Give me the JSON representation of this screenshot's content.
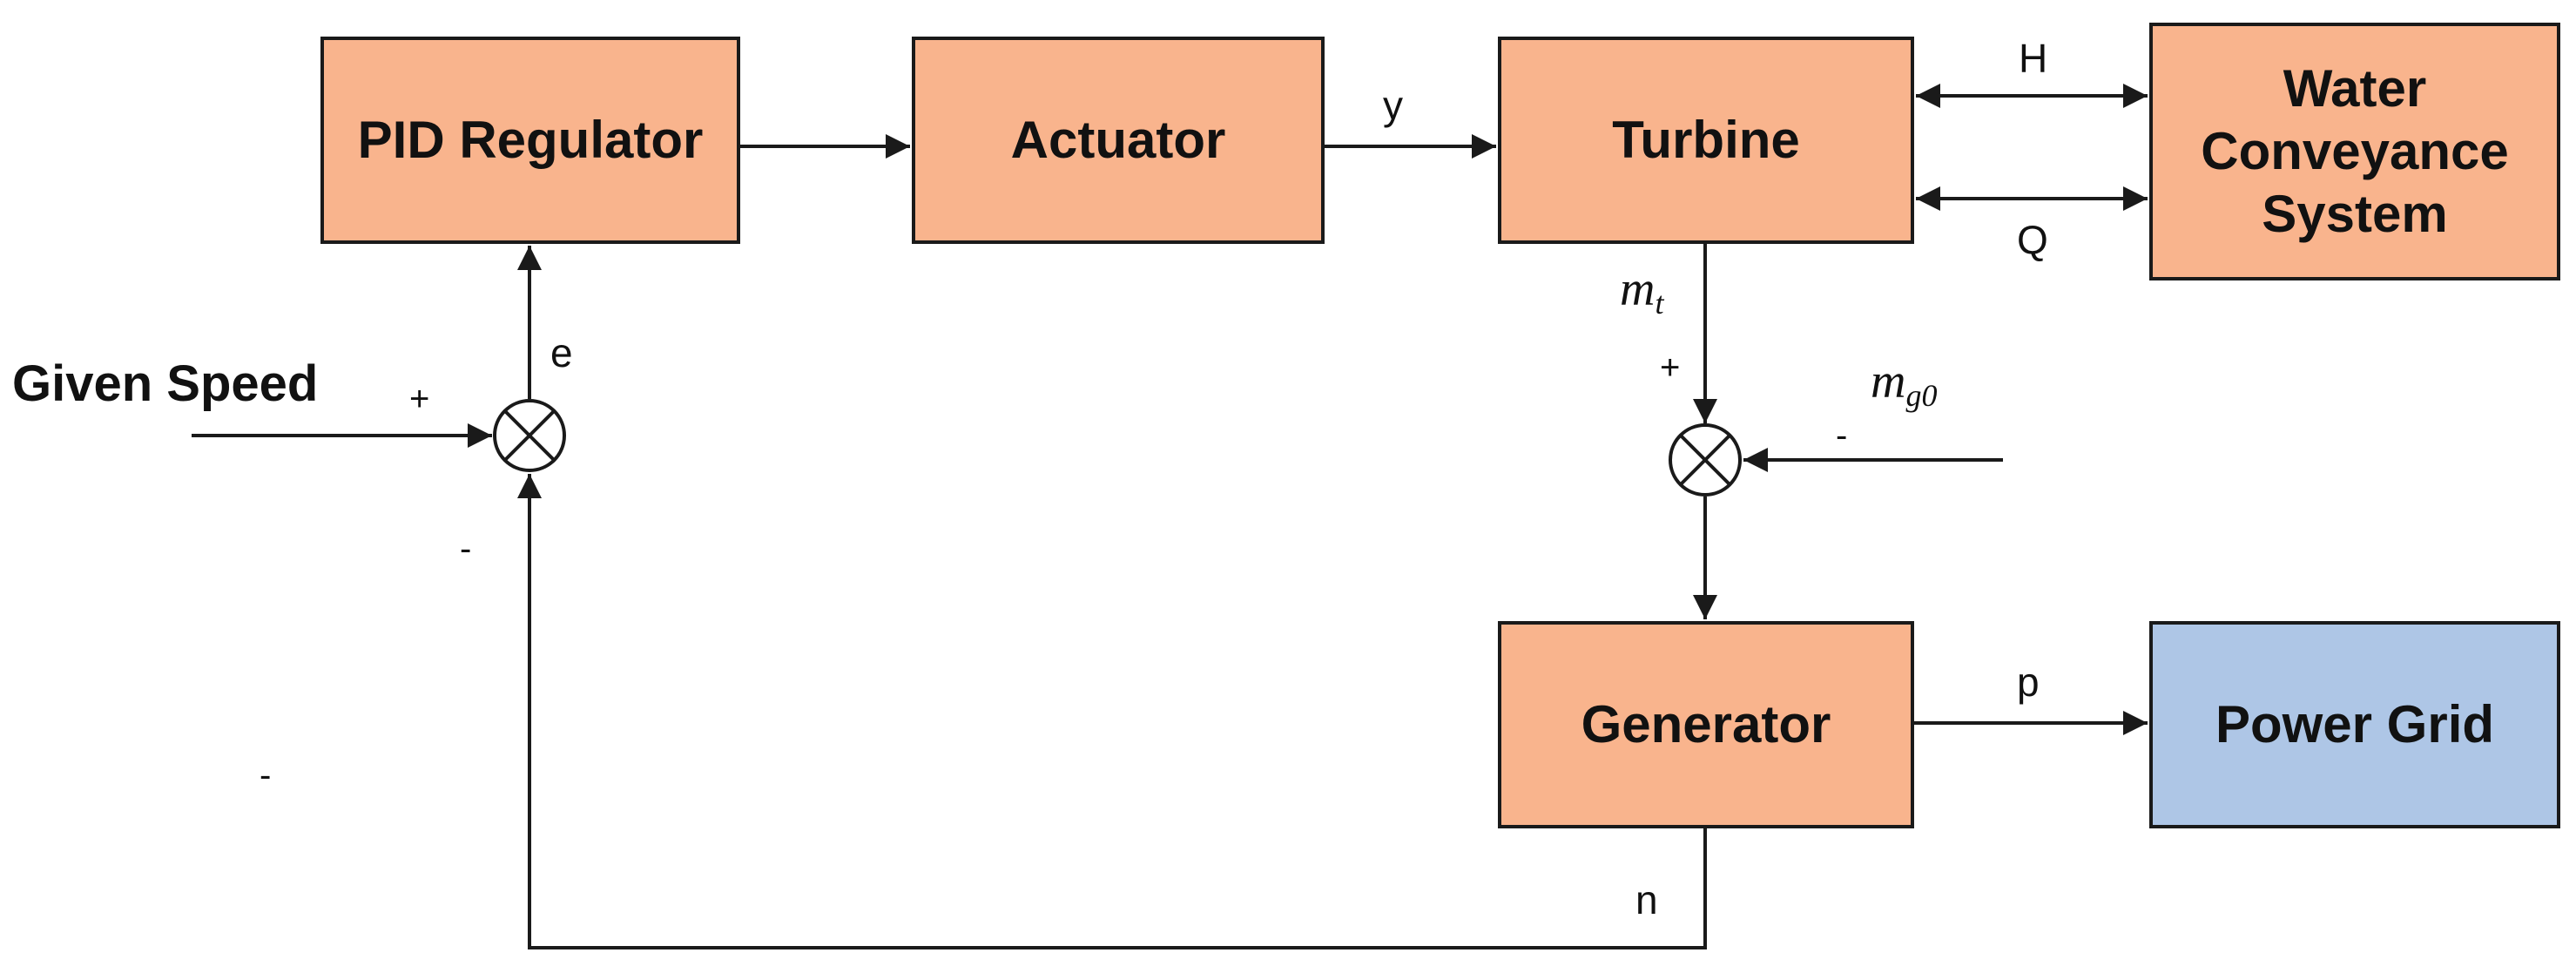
{
  "blocks": {
    "pid": "PID Regulator",
    "actuator": "Actuator",
    "turbine": "Turbine",
    "water": [
      "Water",
      "Conveyance",
      "System"
    ],
    "generator": "Generator",
    "power_grid": "Power Grid"
  },
  "input_label": "Given Speed",
  "signals": {
    "y": "y",
    "e": "e",
    "H": "H",
    "Q": "Q",
    "p": "p",
    "n": "n",
    "mt_base": "m",
    "mt_sub": "t",
    "mg0_base": "m",
    "mg0_sub": "g0"
  },
  "signs": {
    "sum1_plus": "+",
    "sum1_minus": "-",
    "sum2_plus": "+",
    "sum2_minus": "-",
    "stray_minus": "-"
  },
  "colors": {
    "block_fill": "#f9b48d",
    "grid_fill": "#aec6e6",
    "line": "#1a1a1a"
  }
}
